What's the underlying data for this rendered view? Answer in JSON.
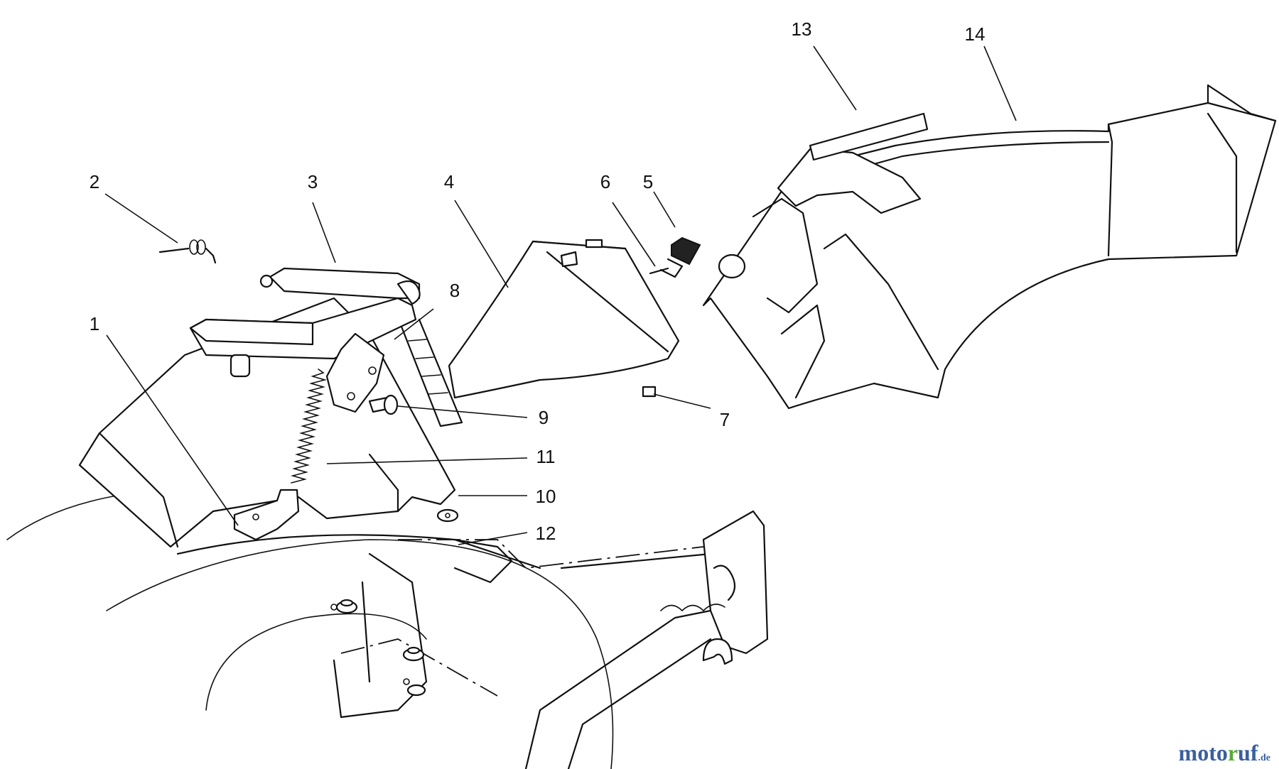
{
  "diagram": {
    "callouts": [
      {
        "id": "1",
        "label": "1"
      },
      {
        "id": "2",
        "label": "2"
      },
      {
        "id": "3",
        "label": "3"
      },
      {
        "id": "4",
        "label": "4"
      },
      {
        "id": "5",
        "label": "5"
      },
      {
        "id": "6",
        "label": "6"
      },
      {
        "id": "7",
        "label": "7"
      },
      {
        "id": "8",
        "label": "8"
      },
      {
        "id": "9",
        "label": "9"
      },
      {
        "id": "10",
        "label": "10"
      },
      {
        "id": "11",
        "label": "11"
      },
      {
        "id": "12",
        "label": "12"
      },
      {
        "id": "13",
        "label": "13"
      },
      {
        "id": "14",
        "label": "14"
      }
    ]
  },
  "watermark": {
    "part_a": "moto",
    "part_b": "r",
    "part_c": "uf",
    "part_d": ".de",
    "colors": {
      "blue": "#3a5fa0",
      "green": "#5aa83a"
    }
  }
}
